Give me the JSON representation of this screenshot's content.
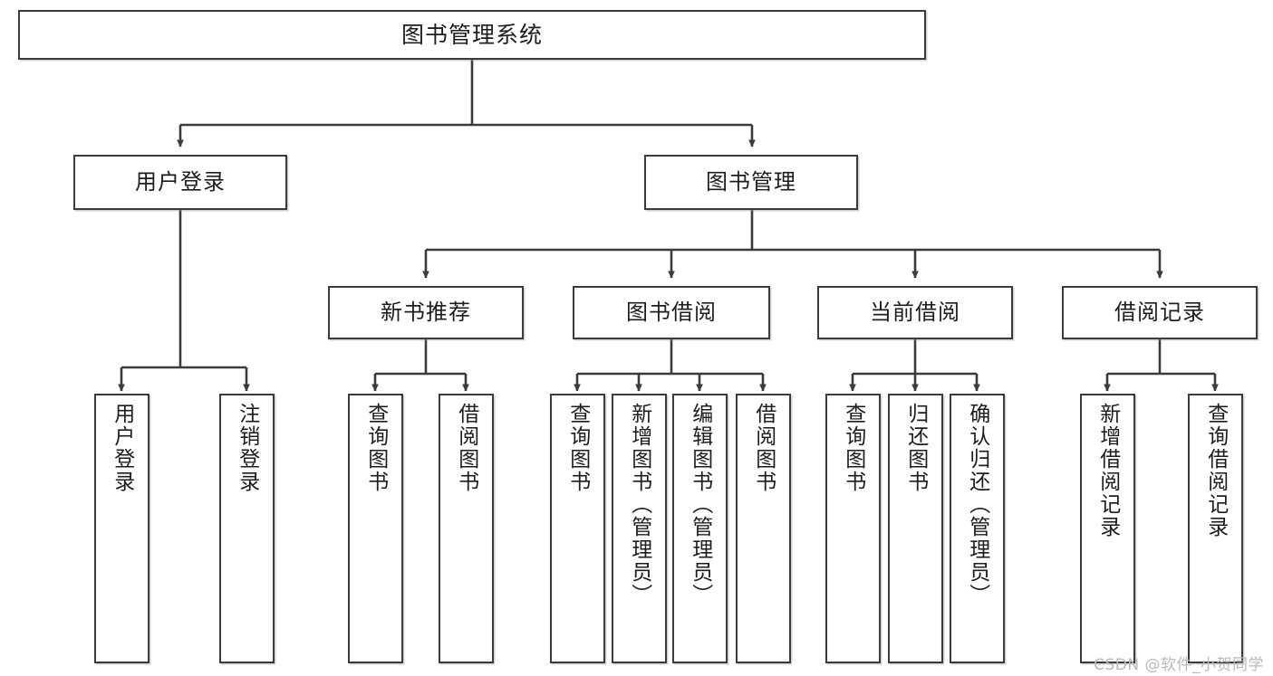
{
  "diagram": {
    "title": "图书管理系统",
    "type": "tree-hierarchy",
    "root": {
      "id": "root",
      "label": "图书管理系统"
    },
    "level2": [
      {
        "id": "user-login",
        "label": "用户登录"
      },
      {
        "id": "book-manage",
        "label": "图书管理"
      }
    ],
    "level3": [
      {
        "id": "new-book-recommend",
        "label": "新书推荐",
        "parent": "book-manage"
      },
      {
        "id": "book-borrow",
        "label": "图书借阅",
        "parent": "book-manage"
      },
      {
        "id": "current-borrow",
        "label": "当前借阅",
        "parent": "book-manage"
      },
      {
        "id": "borrow-record",
        "label": "借阅记录",
        "parent": "book-manage"
      }
    ],
    "leaves": [
      {
        "id": "leaf-user-login",
        "label": "用户登录",
        "parent": "user-login"
      },
      {
        "id": "leaf-logout-login",
        "label": "注销登录",
        "parent": "user-login"
      },
      {
        "id": "leaf-query-book-1",
        "label": "查询图书",
        "parent": "new-book-recommend"
      },
      {
        "id": "leaf-borrow-book-1",
        "label": "借阅图书",
        "parent": "new-book-recommend"
      },
      {
        "id": "leaf-query-book-2",
        "label": "查询图书",
        "parent": "book-borrow"
      },
      {
        "id": "leaf-add-book",
        "label": "新增图书（管理员）",
        "parent": "book-borrow"
      },
      {
        "id": "leaf-edit-book",
        "label": "编辑图书（管理员）",
        "parent": "book-borrow"
      },
      {
        "id": "leaf-borrow-book-2",
        "label": "借阅图书",
        "parent": "book-borrow"
      },
      {
        "id": "leaf-query-book-3",
        "label": "查询图书",
        "parent": "current-borrow"
      },
      {
        "id": "leaf-return-book",
        "label": "归还图书",
        "parent": "current-borrow"
      },
      {
        "id": "leaf-confirm-return",
        "label": "确认归还（管理员）",
        "parent": "current-borrow"
      },
      {
        "id": "leaf-add-record",
        "label": "新增借阅记录",
        "parent": "borrow-record"
      },
      {
        "id": "leaf-query-record",
        "label": "查询借阅记录",
        "parent": "borrow-record"
      }
    ],
    "watermark": "CSDN @软件_小贺同学",
    "colors": {
      "stroke": "#3b3b3b",
      "text": "#1d1d1d",
      "background": "#ffffff",
      "watermark": "#b9b9b9"
    }
  }
}
